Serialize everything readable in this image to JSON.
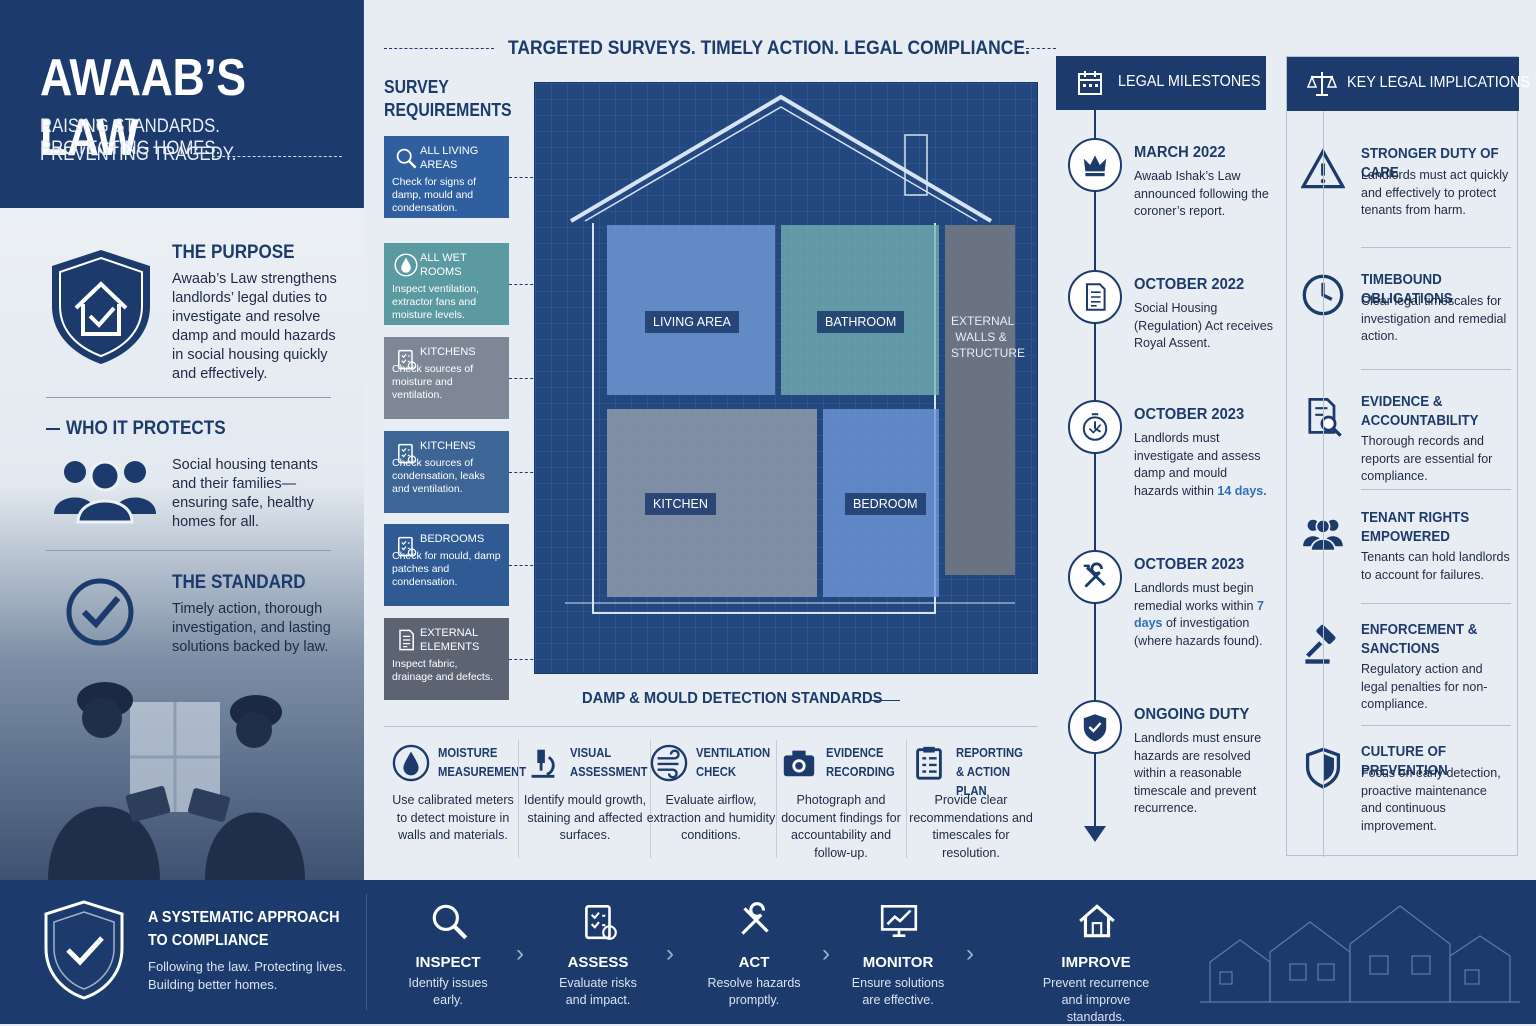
{
  "hero": {
    "title": "AWAAB’S LAW",
    "subtitle_line1": "RAISING STANDARDS. PROTECTING HOMES.",
    "subtitle_line2": "PREVENTING TRAGEDY."
  },
  "purpose": {
    "title": "THE PURPOSE",
    "text": "Awaab’s Law strengthens landlords’ legal duties to investigate and resolve damp and mould hazards in social housing quickly and effectively."
  },
  "protects": {
    "title": "WHO IT PROTECTS",
    "text": "Social housing tenants and their families—ensuring safe, healthy homes for all."
  },
  "standard": {
    "title": "THE STANDARD",
    "text": "Timely action, thorough investigation, and lasting solutions backed by law."
  },
  "banner": "TARGETED SURVEYS. TIMELY ACTION. LEGAL COMPLIANCE.",
  "survey": {
    "title_line1": "SURVEY",
    "title_line2": "REQUIREMENTS",
    "cards": [
      {
        "title": "ALL LIVING AREAS",
        "desc": "Check for signs of damp, mould and condensation.",
        "color": "#2f5f9e"
      },
      {
        "title": "ALL WET ROOMS",
        "desc": "Inspect ventilation, extractor fans and moisture levels.",
        "color": "#5a9aa0"
      },
      {
        "title": "KITCHENS",
        "desc": "Check sources of moisture and ventilation.",
        "color": "#7d8796"
      },
      {
        "title": "KITCHENS",
        "desc": "Check sources of condensation, leaks and ventilation.",
        "color": "#3d6596"
      },
      {
        "title": "BEDROOMS",
        "desc": "Check for mould, damp patches and condensation.",
        "color": "#2f5a94"
      },
      {
        "title": "EXTERNAL ELEMENTS",
        "desc": "Inspect fabric, drainage and defects.",
        "color": "#5c6474"
      }
    ]
  },
  "rooms": {
    "living": "LIVING AREA",
    "bathroom": "BATHROOM",
    "kitchen": "KITCHEN",
    "bedroom": "BEDROOM",
    "external_l1": "EXTERNAL",
    "external_l2": "WALLS &",
    "external_l3": "STRUCTURE"
  },
  "detection": {
    "title": "DAMP & MOULD DETECTION STANDARDS",
    "items": [
      {
        "h1": "MOISTURE",
        "h2": "MEASUREMENT",
        "desc": "Use calibrated meters to detect moisture in walls and materials.",
        "icon": "droplet-icon"
      },
      {
        "h1": "VISUAL",
        "h2": "ASSESSMENT",
        "desc": "Identify mould growth, staining and affected surfaces.",
        "icon": "microscope-icon"
      },
      {
        "h1": "VENTILATION",
        "h2": "CHECK",
        "desc": "Evaluate airflow, extraction and humidity conditions.",
        "icon": "wind-icon"
      },
      {
        "h1": "EVIDENCE",
        "h2": "RECORDING",
        "desc": "Photograph and document findings for accountability and follow-up.",
        "icon": "camera-icon"
      },
      {
        "h1": "REPORTING",
        "h2": "& ACTION PLAN",
        "desc": "Provide clear recommendations and timescales for resolution.",
        "icon": "clipboard-icon"
      }
    ]
  },
  "milestones": {
    "title": "LEGAL MILESTONES",
    "items": [
      {
        "date": "MARCH 2022",
        "text": "Awaab Ishak’s Law announced following the coroner’s report.",
        "icon": "crown-icon"
      },
      {
        "date": "OCTOBER 2022",
        "text": "Social Housing (Regulation) Act receives Royal Assent.",
        "icon": "document-icon"
      },
      {
        "date": "OCTOBER 2023",
        "text": "Landlords must investigate and assess damp and mould hazards within",
        "highlight": "14 days.",
        "icon": "timer-icon"
      },
      {
        "date": "OCTOBER 2023",
        "text": "Landlords must begin remedial works within",
        "highlight": "7 days",
        "text2": "of investigation (where hazards found).",
        "icon": "tools-icon"
      },
      {
        "date": "ONGOING DUTY",
        "text": "Landlords must ensure hazards are resolved within a reasonable timescale and prevent recurrence.",
        "icon": "shield-check-icon"
      }
    ]
  },
  "implications": {
    "title": "KEY LEGAL IMPLICATIONS",
    "items": [
      {
        "title": "STRONGER DUTY OF CARE",
        "text": "Landlords must act quickly and effectively to protect tenants from harm.",
        "icon": "warning-icon"
      },
      {
        "title": "TIMEBOUND OBLIGATIONS",
        "text": "Clear legal timescales for investigation and remedial action.",
        "icon": "clock-icon"
      },
      {
        "title": "EVIDENCE & ACCOUNTABILITY",
        "text": "Thorough records and reports are essential for compliance.",
        "icon": "document-search-icon"
      },
      {
        "title": "TENANT RIGHTS EMPOWERED",
        "text": "Tenants can hold landlords to account for failures.",
        "icon": "people-icon"
      },
      {
        "title": "ENFORCEMENT & SANCTIONS",
        "text": "Regulatory action and legal penalties for non-compliance.",
        "icon": "gavel-icon"
      },
      {
        "title": "CULTURE OF PREVENTION",
        "text": "Focus on early detection, proactive maintenance and continuous improvement.",
        "icon": "shield-icon"
      }
    ]
  },
  "bottom": {
    "title_l1": "A SYSTEMATIC APPROACH",
    "title_l2": "TO COMPLIANCE",
    "text_l1": "Following the law. Protecting lives.",
    "text_l2": "Building better homes.",
    "steps": [
      {
        "label": "INSPECT",
        "l1": "Identify issues",
        "l2": "early.",
        "icon": "magnifier-icon"
      },
      {
        "label": "ASSESS",
        "l1": "Evaluate risks",
        "l2": "and impact.",
        "icon": "checklist-icon"
      },
      {
        "label": "ACT",
        "l1": "Resolve hazards",
        "l2": "promptly.",
        "icon": "wrench-icon"
      },
      {
        "label": "MONITOR",
        "l1": "Ensure solutions",
        "l2": "are effective.",
        "icon": "monitor-chart-icon"
      },
      {
        "label": "IMPROVE",
        "l1": "Prevent recurrence",
        "l2": "and improve standards.",
        "icon": "house-icon"
      }
    ]
  },
  "colors": {
    "navy": "#1c3a6b",
    "blueprint": "#23477f",
    "accent_blue": "#2f6fb8"
  }
}
